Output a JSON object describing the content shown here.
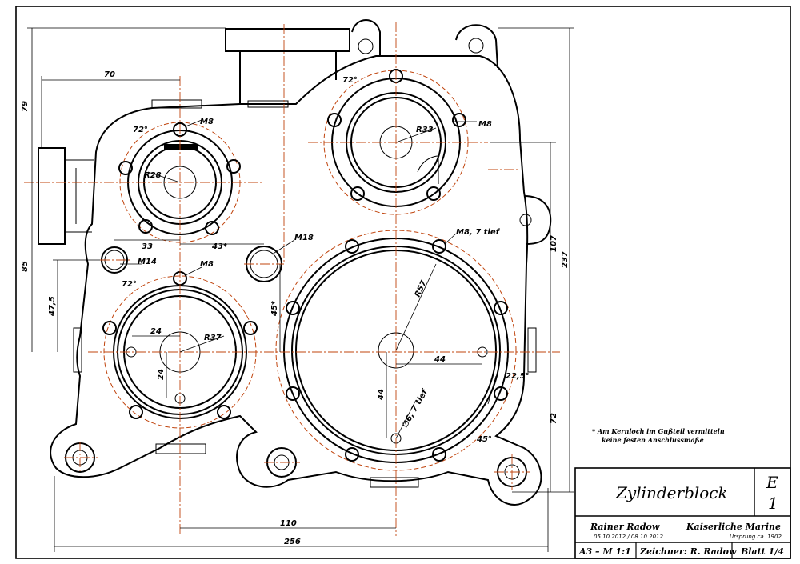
{
  "drawing": {
    "dimensions": {
      "d70": "70",
      "d79": "79",
      "d85": "85",
      "d47_5": "47,5",
      "d33": "33",
      "d43": "43*",
      "d24a": "24",
      "d24b": "24",
      "d110": "110",
      "d256": "256",
      "d44a": "44",
      "d44b": "44",
      "d107": "107",
      "d237": "237",
      "d72v": "72",
      "d45": "45*"
    },
    "callouts": {
      "r28": "R28",
      "r33": "R33",
      "r37": "R37",
      "r57": "R57",
      "m8a": "M8",
      "m8b": "M8",
      "m8c": "M8",
      "m8deep": "M8, 7 tief",
      "m18": "M18",
      "m14": "M14",
      "bore": "∅6, 7 tief",
      "ang72a": "72°",
      "ang72b": "72°",
      "ang72c": "72°",
      "ang22_5": "22,5°",
      "ang45": "45°"
    },
    "note": {
      "line1": "* Am Kernloch im Gußteil vermitteln",
      "line2": "keine festen Anschlussmaße"
    }
  },
  "title_block": {
    "title": "Zylinderblock",
    "code_top": "E",
    "code_bottom": "1",
    "author": "Rainer Radow",
    "dates": "05.10.2012 / 08.10.2012",
    "client": "Kaiserliche Marine",
    "origin": "Ursprung ca. 1902",
    "format": "A3 – M 1:1",
    "drawer": "Zeichner: R. Radow",
    "sheet": "Blatt 1/4"
  },
  "colors": {
    "centerline": "#c0440d",
    "ink": "#000000"
  }
}
